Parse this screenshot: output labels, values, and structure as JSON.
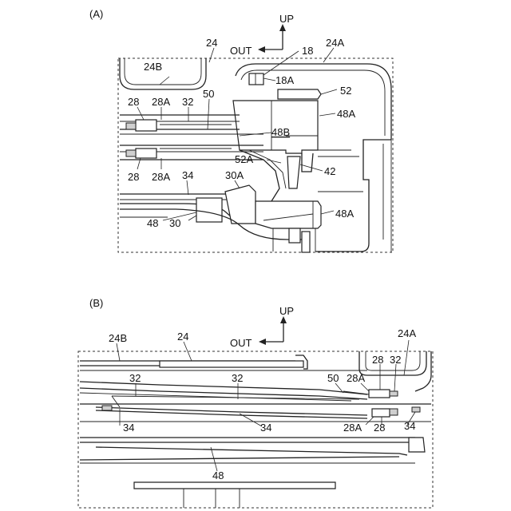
{
  "figure_a": {
    "title": "(A)",
    "direction_up": "UP",
    "direction_out": "OUT",
    "labels": {
      "l24": "24",
      "l24A": "24A",
      "l24B": "24B",
      "l18": "18",
      "l18A": "18A",
      "l52": "52",
      "l48A_top": "48A",
      "l28_top": "28",
      "l28A_top": "28A",
      "l32": "32",
      "l50": "50",
      "l48B": "48B",
      "l52A": "52A",
      "l42": "42",
      "l28_bot": "28",
      "l28A_bot": "28A",
      "l34": "34",
      "l30A": "30A",
      "l48": "48",
      "l30": "30",
      "l48A_bot": "48A"
    }
  },
  "figure_b": {
    "title": "(B)",
    "direction_up": "UP",
    "direction_out": "OUT",
    "labels": {
      "l24B": "24B",
      "l24": "24",
      "l24A": "24A",
      "l28_top": "28",
      "l32_r": "32",
      "l32_l": "32",
      "l32_m": "32",
      "l50": "50",
      "l28A_top": "28A",
      "l34_l": "34",
      "l34_m": "34",
      "l28A_bot": "28A",
      "l28_bot": "28",
      "l34_r": "34",
      "l48": "48"
    }
  }
}
